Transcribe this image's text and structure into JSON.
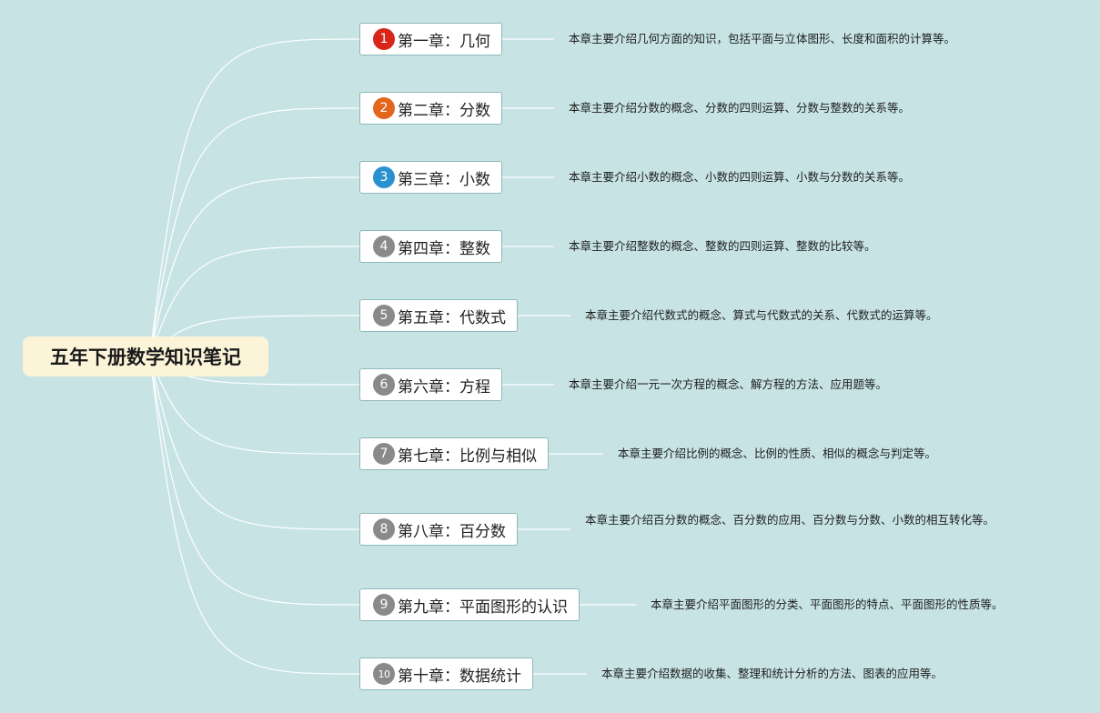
{
  "root": {
    "title": "五年下册数学知识笔记"
  },
  "chapters": [
    {
      "num": "1",
      "badge_color": "#d8261b",
      "title": "第一章：几何",
      "desc": "本章主要介绍几何方面的知识，包括平面与立体图形、长度和面积的计算等。"
    },
    {
      "num": "2",
      "badge_color": "#e2661d",
      "title": "第二章：分数",
      "desc": "本章主要介绍分数的概念、分数的四则运算、分数与整数的关系等。"
    },
    {
      "num": "3",
      "badge_color": "#2a91d0",
      "title": "第三章：小数",
      "desc": "本章主要介绍小数的概念、小数的四则运算、小数与分数的关系等。"
    },
    {
      "num": "4",
      "badge_color": "#8a8a8a",
      "title": "第四章：整数",
      "desc": "本章主要介绍整数的概念、整数的四则运算、整数的比较等。"
    },
    {
      "num": "5",
      "badge_color": "#8a8a8a",
      "title": "第五章：代数式",
      "desc": "本章主要介绍代数式的概念、算式与代数式的关系、代数式的运算等。"
    },
    {
      "num": "6",
      "badge_color": "#8a8a8a",
      "title": "第六章：方程",
      "desc": "本章主要介绍一元一次方程的概念、解方程的方法、应用题等。"
    },
    {
      "num": "7",
      "badge_color": "#8a8a8a",
      "title": "第七章：比例与相似",
      "desc": "本章主要介绍比例的概念、比例的性质、相似的概念与判定等。"
    },
    {
      "num": "8",
      "badge_color": "#8a8a8a",
      "title": "第八章：百分数",
      "desc": "本章主要介绍百分数的概念、百分数的应用、百分数与分数、小数的相互转化等。"
    },
    {
      "num": "9",
      "badge_color": "#8a8a8a",
      "title": "第九章：平面图形的认识",
      "desc": "本章主要介绍平面图形的分类、平面图形的特点、平面图形的性质等。"
    },
    {
      "num": "10",
      "badge_color": "#8a8a8a",
      "title": "第十章：数据统计",
      "desc": "本章主要介绍数据的收集、整理和统计分析的方法、图表的应用等。"
    }
  ]
}
